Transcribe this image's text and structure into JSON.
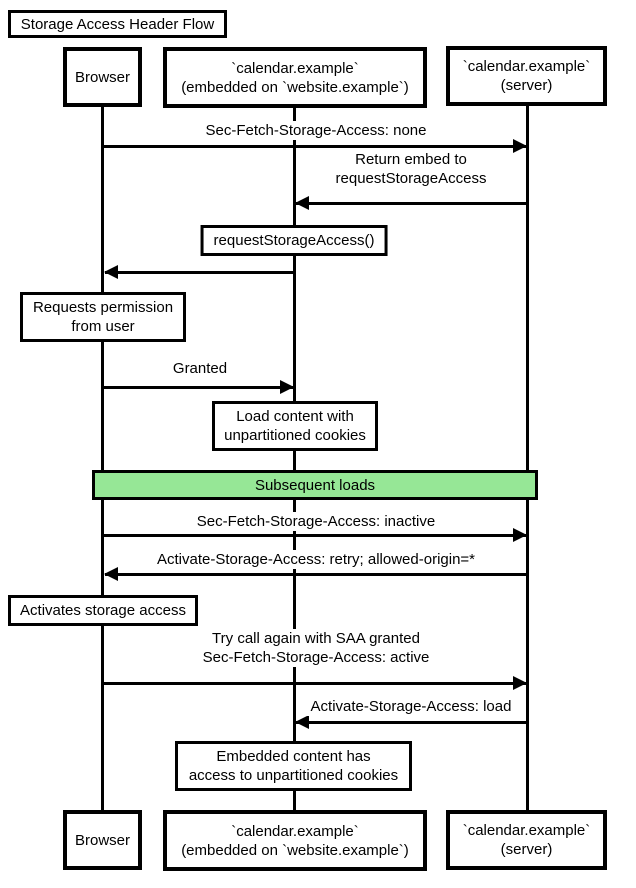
{
  "title": "Storage Access Header Flow",
  "participants": {
    "browser": {
      "label": "Browser"
    },
    "embed": {
      "line1": "`calendar.example`",
      "line2": "(embedded on `website.example`)"
    },
    "server": {
      "line1": "`calendar.example`",
      "line2": "(server)"
    }
  },
  "messages": [
    {
      "from": "Browser",
      "to": "calendar.example (server)",
      "lines": [
        "Sec-Fetch-Storage-Access: none"
      ]
    },
    {
      "from": "calendar.example (server)",
      "to": "calendar.example (embedded)",
      "lines": [
        "Return embed to",
        "requestStorageAccess"
      ]
    },
    {
      "from": "calendar.example (embedded)",
      "to": "Browser",
      "boxed": true,
      "lines": [
        "requestStorageAccess()"
      ]
    },
    {
      "from": "Browser",
      "to": "calendar.example (embedded)",
      "lines": [
        "Granted"
      ]
    },
    {
      "from": "Browser",
      "to": "calendar.example (server)",
      "lines": [
        "Sec-Fetch-Storage-Access: inactive"
      ]
    },
    {
      "from": "calendar.example (server)",
      "to": "Browser",
      "lines": [
        "Activate-Storage-Access: retry; allowed-origin=*"
      ]
    },
    {
      "from": "Browser",
      "to": "calendar.example (server)",
      "lines": [
        "Try call again with SAA granted",
        "Sec-Fetch-Storage-Access: active"
      ]
    },
    {
      "from": "calendar.example (server)",
      "to": "calendar.example (embedded)",
      "lines": [
        "Activate-Storage-Access: load"
      ]
    }
  ],
  "notes": [
    {
      "over": "Browser",
      "lines": [
        "Requests permission",
        "from user"
      ]
    },
    {
      "over": "calendar.example (embedded)",
      "lines": [
        "Load content with",
        "unpartitioned cookies"
      ]
    },
    {
      "over": "Browser",
      "lines": [
        "Activates storage access"
      ]
    },
    {
      "over": "calendar.example (embedded)",
      "lines": [
        "Embedded content has",
        "access to unpartitioned cookies"
      ]
    }
  ],
  "section": {
    "label": "Subsequent loads"
  },
  "colors": {
    "line": "#000000",
    "box_fill": "#ffffff",
    "section_fill": "#96e796",
    "text": "#000000"
  }
}
